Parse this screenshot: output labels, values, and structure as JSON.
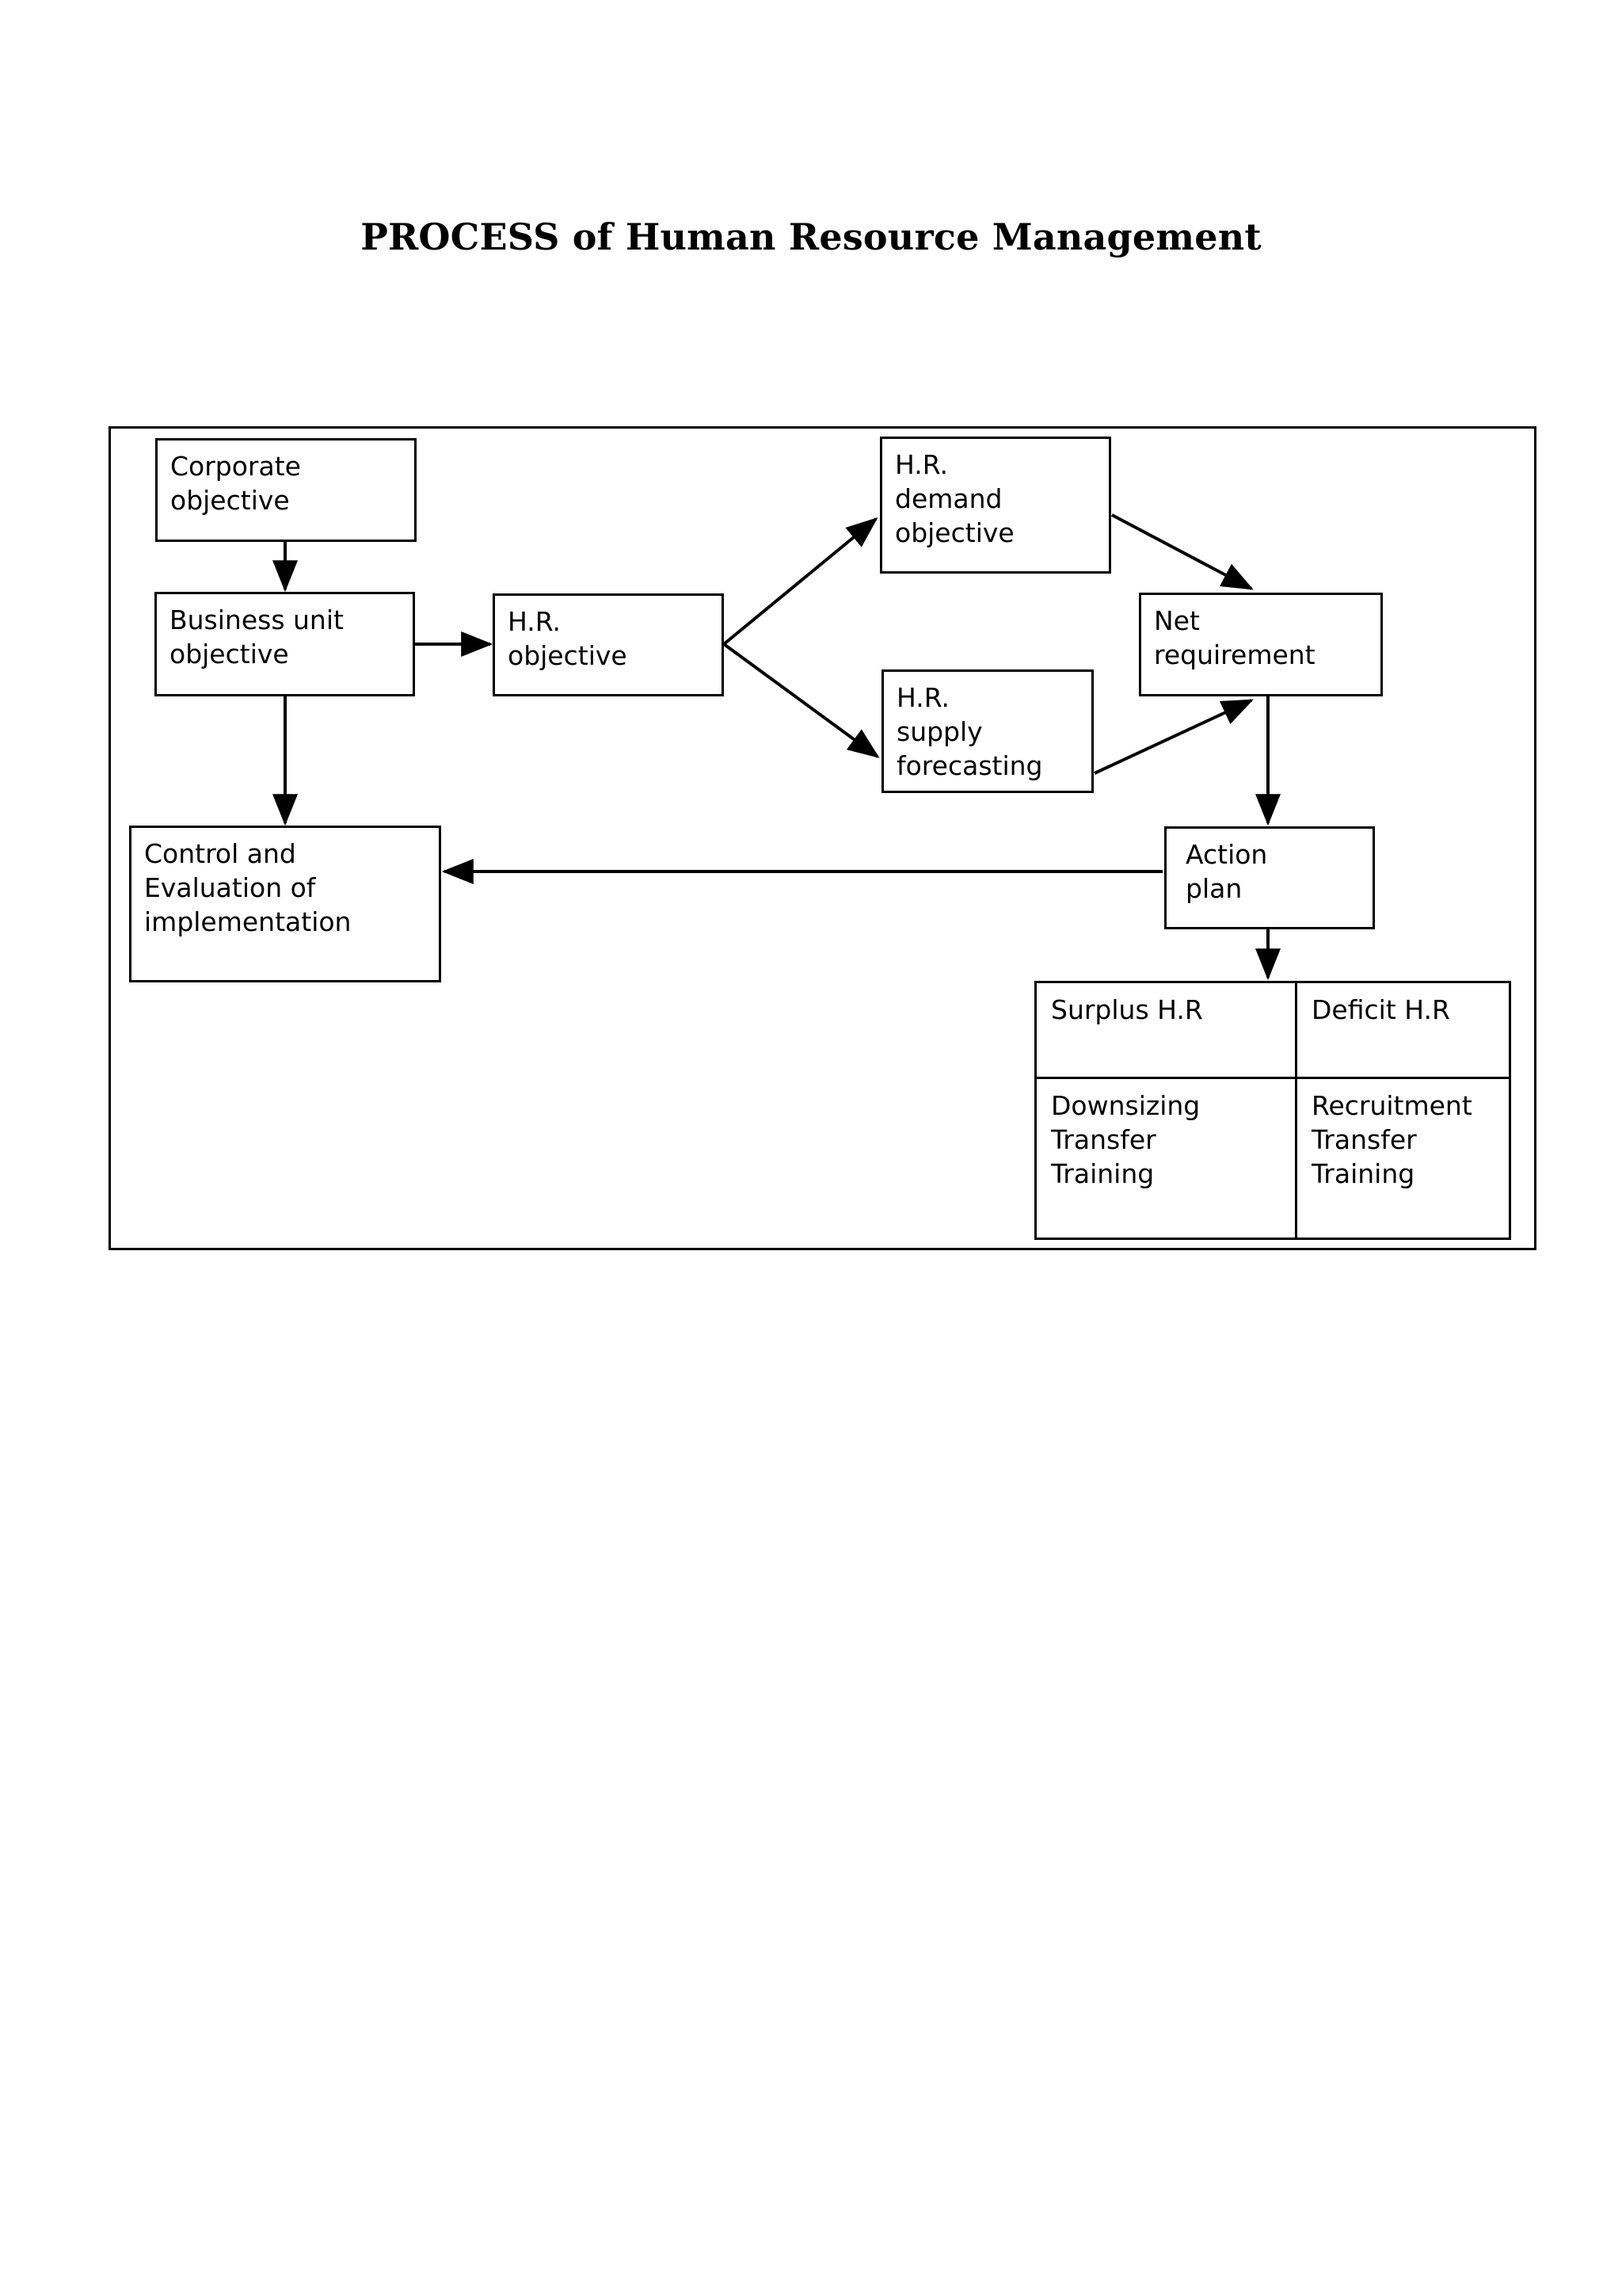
{
  "page": {
    "title": "PROCESS of Human Resource Management",
    "background_color": "#ffffff",
    "line_color": "#000000",
    "text_color": "#000000"
  },
  "diagram": {
    "type": "flowchart",
    "nodes": [
      {
        "id": "corporate-objective",
        "lines": [
          "Corporate",
          "objective"
        ]
      },
      {
        "id": "business-unit-objective",
        "lines": [
          "Business unit",
          "objective"
        ]
      },
      {
        "id": "hr-objective",
        "lines": [
          "H.R.",
          "objective"
        ]
      },
      {
        "id": "hr-demand-objective",
        "lines": [
          "H.R.",
          "demand",
          "objective"
        ]
      },
      {
        "id": "hr-supply-forecasting",
        "lines": [
          "H.R.",
          "supply",
          "forecasting"
        ]
      },
      {
        "id": "net-requirement",
        "lines": [
          "Net",
          "requirement"
        ]
      },
      {
        "id": "action-plan",
        "lines": [
          "Action",
          "plan"
        ]
      },
      {
        "id": "control-evaluation",
        "lines": [
          "Control and",
          "Evaluation of",
          "implementation"
        ]
      }
    ],
    "edges": [
      {
        "from": "corporate-objective",
        "to": "business-unit-objective",
        "style": "arrow-down"
      },
      {
        "from": "business-unit-objective",
        "to": "hr-objective",
        "style": "arrow-right"
      },
      {
        "from": "business-unit-objective",
        "to": "control-evaluation",
        "style": "arrow-down"
      },
      {
        "from": "hr-objective",
        "to": "hr-demand-objective",
        "style": "arrow-diagonal-up"
      },
      {
        "from": "hr-objective",
        "to": "hr-supply-forecasting",
        "style": "arrow-diagonal-down"
      },
      {
        "from": "hr-demand-objective",
        "to": "net-requirement",
        "style": "arrow-diagonal-down"
      },
      {
        "from": "hr-supply-forecasting",
        "to": "net-requirement",
        "style": "arrow-diagonal-up"
      },
      {
        "from": "net-requirement",
        "to": "action-plan",
        "style": "arrow-down"
      },
      {
        "from": "action-plan",
        "to": "outcome-table",
        "style": "arrow-down"
      },
      {
        "from": "action-plan",
        "to": "control-evaluation",
        "style": "arrow-left"
      }
    ]
  },
  "outcome_table": {
    "columns": [
      "Surplus H.R",
      "Deficit H.R"
    ],
    "rows": [
      {
        "surplus": [
          "Downsizing",
          "Transfer",
          "Training"
        ],
        "deficit": [
          "Recruitment",
          "Transfer",
          "Training"
        ]
      }
    ]
  }
}
